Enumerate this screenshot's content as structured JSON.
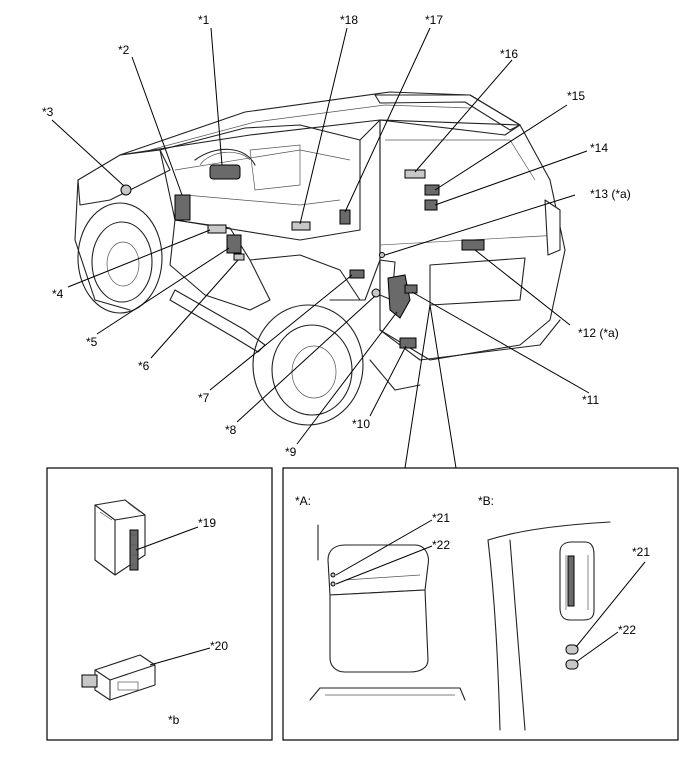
{
  "callouts": {
    "c1": "*1",
    "c2": "*2",
    "c3": "*3",
    "c4": "*4",
    "c5": "*5",
    "c6": "*6",
    "c7": "*7",
    "c8": "*8",
    "c9": "*9",
    "c10": "*10",
    "c11": "*11",
    "c12": "*12 (*a)",
    "c13": "*13 (*a)",
    "c14": "*14",
    "c15": "*15",
    "c16": "*16",
    "c17": "*17",
    "c18": "*18",
    "c19": "*19",
    "c20": "*20",
    "a21": "*21",
    "a22": "*22",
    "b21": "*21",
    "b22": "*22"
  },
  "detail_a": {
    "title": "*A:"
  },
  "detail_b": {
    "title": "*B:"
  },
  "ecu_panel": {
    "note": "*b"
  }
}
